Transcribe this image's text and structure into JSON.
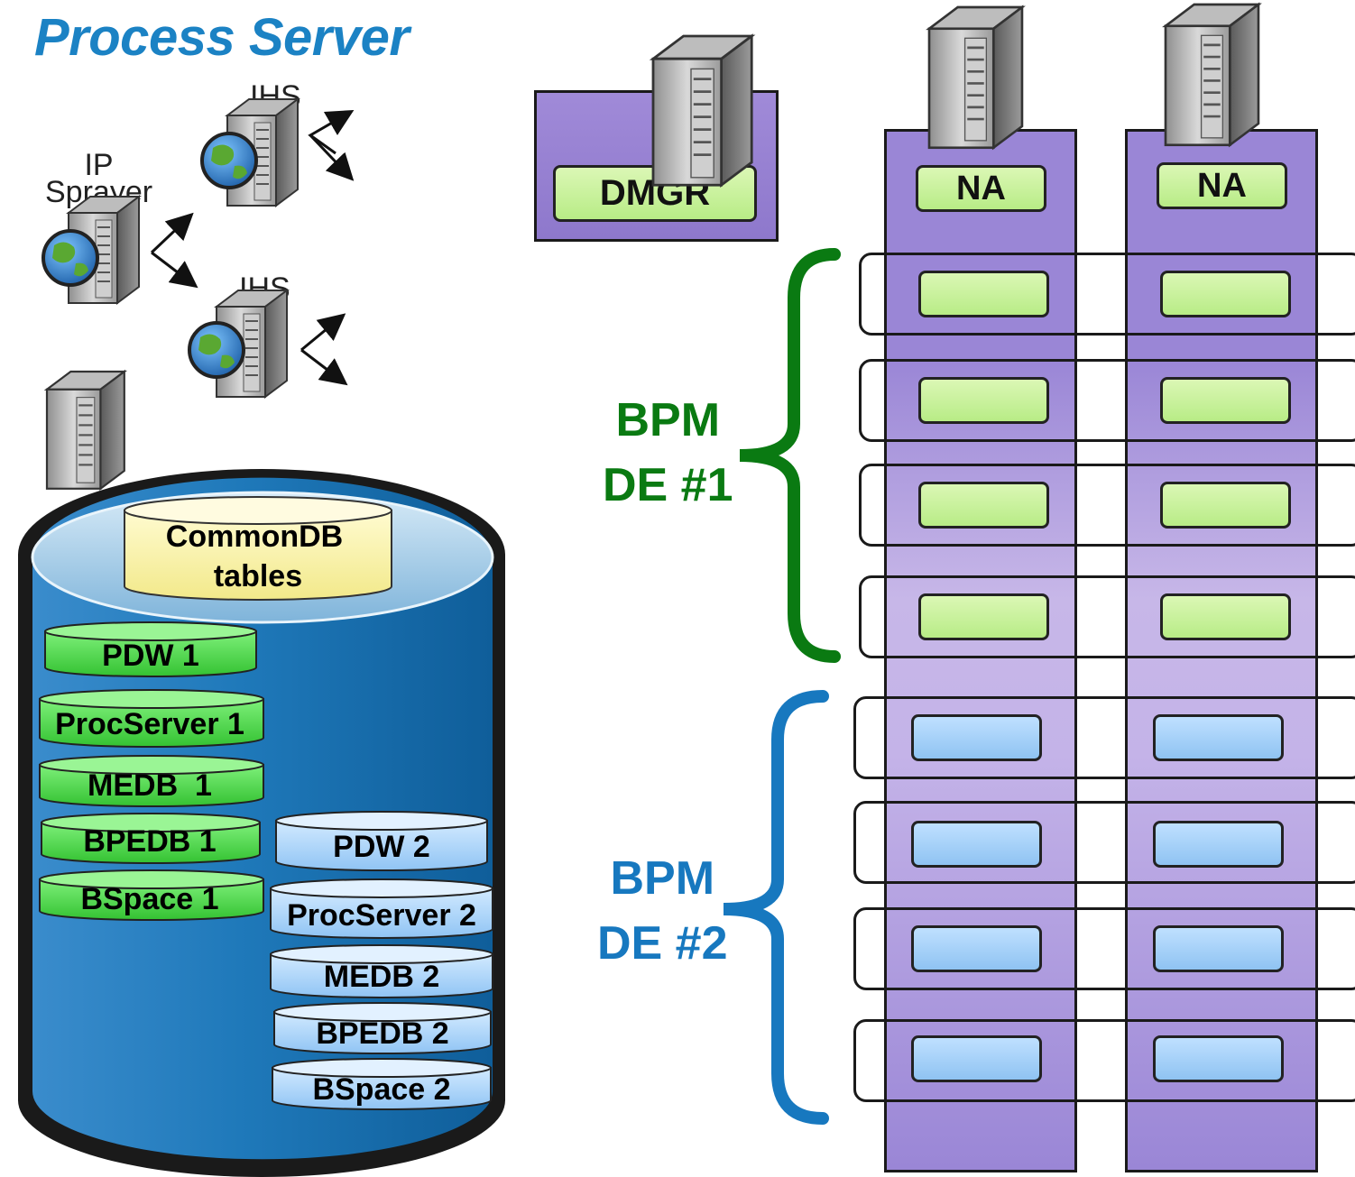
{
  "title": "Process Server",
  "ip_sprayer": {
    "line1": "IP",
    "line2": "Sprayer"
  },
  "ihs_labels": [
    "IHS",
    "IHS"
  ],
  "dmgr_label": "DMGR",
  "na_labels": [
    "NA",
    "NA"
  ],
  "de1": {
    "line1": "BPM",
    "line2": "DE #1",
    "color": "#0a7a12"
  },
  "de2": {
    "line1": "BPM",
    "line2": "DE #2",
    "color": "#1778bf"
  },
  "common_db": {
    "line1": "CommonDB",
    "line2": "tables"
  },
  "de1_databases": [
    "PDW 1",
    "ProcServer 1",
    "MEDB  1",
    "BPEDB 1",
    "BSpace 1"
  ],
  "de2_databases": [
    "PDW 2",
    "ProcServer 2",
    "MEDB 2",
    "BPEDB 2",
    "BSpace 2"
  ],
  "colors": {
    "title": "#1b82c4",
    "node_agent_purple": "#9a86d6",
    "green_db": "#4fe04a",
    "blue_db": "#a9d4fb",
    "database_body": "#1a78b6"
  }
}
